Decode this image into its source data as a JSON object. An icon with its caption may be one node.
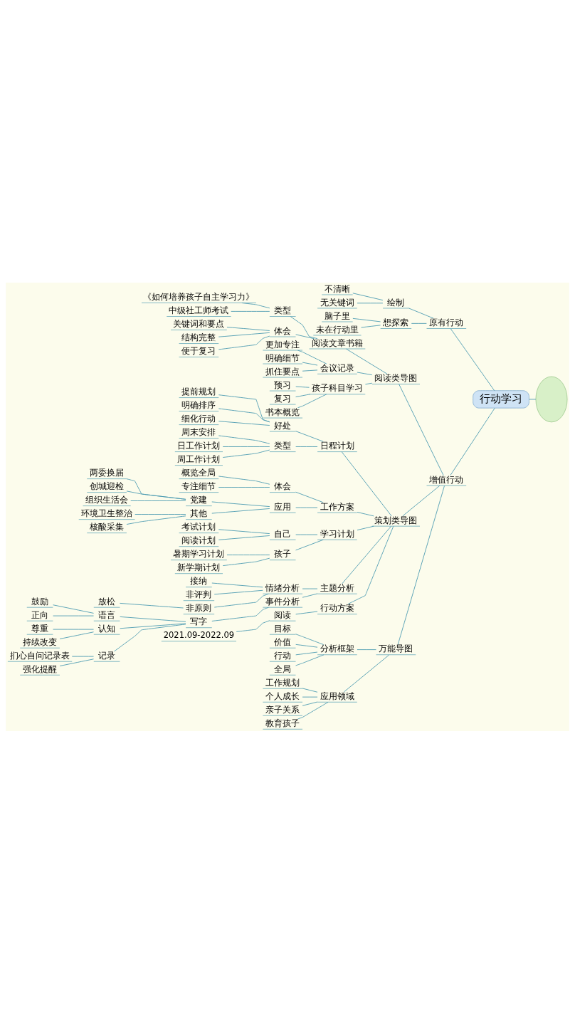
{
  "diagram": {
    "nodes": [
      {
        "text": [
          "行动学习"
        ]
      },
      {
        "text": [],
        "shape": "ellipse"
      },
      {
        "text": [
          "原有行动"
        ]
      },
      {
        "text": [
          "绘制"
        ]
      },
      {
        "text": [
          "不清晰"
        ]
      },
      {
        "text": [
          "无关键词"
        ]
      },
      {
        "text": [
          "想探索"
        ]
      },
      {
        "text": [
          "脑子里"
        ]
      },
      {
        "text": [
          "未在行动里"
        ]
      },
      {
        "text": [
          "增值行动"
        ]
      },
      {
        "text": [
          "阅读类导图"
        ]
      },
      {
        "text": [
          "阅读文章书籍"
        ]
      },
      {
        "text": [
          "类型"
        ]
      },
      {
        "text": [
          "《如何培养孩子自主学习力》"
        ]
      },
      {
        "text": [
          "中级社工师考试"
        ]
      },
      {
        "text": [
          "体会"
        ]
      },
      {
        "text": [
          "关键词和要点"
        ]
      },
      {
        "text": [
          "结构完整"
        ]
      },
      {
        "text": [
          "便于复习"
        ]
      },
      {
        "text": [
          "会议记录"
        ]
      },
      {
        "text": [
          "更加专注"
        ]
      },
      {
        "text": [
          "明确细节"
        ]
      },
      {
        "text": [
          "抓住要点"
        ]
      },
      {
        "text": [
          "孩子科目学习"
        ]
      },
      {
        "text": [
          "预习"
        ]
      },
      {
        "text": [
          "复习"
        ]
      },
      {
        "text": [
          "书本概览"
        ]
      },
      {
        "text": [
          "策划类导图"
        ]
      },
      {
        "text": [
          "日程计划"
        ]
      },
      {
        "text": [
          "好处"
        ]
      },
      {
        "text": [
          "提前规划"
        ]
      },
      {
        "text": [
          "明确排序"
        ]
      },
      {
        "text": [
          "细化行动"
        ]
      },
      {
        "text": [
          "类型"
        ]
      },
      {
        "text": [
          "周末安排"
        ]
      },
      {
        "text": [
          "日工作计划"
        ]
      },
      {
        "text": [
          "周工作计划"
        ]
      },
      {
        "text": [
          "工作方案"
        ]
      },
      {
        "text": [
          "体会"
        ]
      },
      {
        "text": [
          "概览全局"
        ]
      },
      {
        "text": [
          "专注细节"
        ]
      },
      {
        "text": [
          "应用"
        ]
      },
      {
        "text": [
          "党建"
        ]
      },
      {
        "text": [
          "两委换届"
        ]
      },
      {
        "text": [
          "创城迎检"
        ]
      },
      {
        "text": [
          "组织生活会"
        ]
      },
      {
        "text": [
          "其他"
        ]
      },
      {
        "text": [
          "环境卫生整治"
        ]
      },
      {
        "text": [
          "核酸采集"
        ]
      },
      {
        "text": [
          "学习计划"
        ]
      },
      {
        "text": [
          "自己"
        ]
      },
      {
        "text": [
          "考试计划"
        ]
      },
      {
        "text": [
          "阅读计划"
        ]
      },
      {
        "text": [
          "孩子"
        ]
      },
      {
        "text": [
          "暑期学习计划"
        ]
      },
      {
        "text": [
          "新学期计划"
        ]
      },
      {
        "text": [
          "主题分析"
        ]
      },
      {
        "text": [
          "情绪分析"
        ]
      },
      {
        "text": [
          "接纳"
        ]
      },
      {
        "text": [
          "非评判"
        ]
      },
      {
        "text": [
          "非原则"
        ]
      },
      {
        "text": [
          "放松"
        ]
      },
      {
        "text": [
          "事件分析"
        ]
      },
      {
        "text": [
          "写字"
        ]
      },
      {
        "text": [
          "语言"
        ]
      },
      {
        "text": [
          "鼓励"
        ]
      },
      {
        "text": [
          "正向"
        ]
      },
      {
        "text": [
          "认知"
        ]
      },
      {
        "text": [
          "尊重"
        ]
      },
      {
        "text": [
          "持续改变"
        ]
      },
      {
        "text": [
          "记录"
        ]
      },
      {
        "text": [
          "扪心自问记录表"
        ]
      },
      {
        "text": [
          "强化提醒"
        ]
      },
      {
        "text": [
          "行动方案"
        ]
      },
      {
        "text": [
          "阅读"
        ]
      },
      {
        "text": [
          "2021.09-2022.09"
        ]
      },
      {
        "text": [
          "万能导图"
        ]
      },
      {
        "text": [
          "分析框架"
        ]
      },
      {
        "text": [
          "目标"
        ]
      },
      {
        "text": [
          "价值"
        ]
      },
      {
        "text": [
          "行动"
        ]
      },
      {
        "text": [
          "全局"
        ]
      },
      {
        "text": [
          "应用领域"
        ]
      },
      {
        "text": [
          "工作规划"
        ]
      },
      {
        "text": [
          "个人成长"
        ]
      },
      {
        "text": [
          "亲子关系"
        ]
      },
      {
        "text": [
          "教育孩子"
        ]
      }
    ],
    "edges": [
      {
        "from": 1,
        "to": 0,
        "arrow": "none"
      },
      {
        "from": 0,
        "to": 2,
        "arrow": "none"
      },
      {
        "from": 2,
        "to": 3,
        "arrow": "none"
      },
      {
        "from": 3,
        "to": 4,
        "arrow": "none"
      },
      {
        "from": 3,
        "to": 5,
        "arrow": "none"
      },
      {
        "from": 2,
        "to": 6,
        "arrow": "none"
      },
      {
        "from": 6,
        "to": 7,
        "arrow": "none"
      },
      {
        "from": 6,
        "to": 8,
        "arrow": "none"
      },
      {
        "from": 0,
        "to": 9,
        "arrow": "none"
      },
      {
        "from": 9,
        "to": 10,
        "arrow": "none"
      },
      {
        "from": 10,
        "to": 11,
        "arrow": "none"
      },
      {
        "from": 11,
        "to": 12,
        "arrow": "none"
      },
      {
        "from": 12,
        "to": 13,
        "arrow": "none"
      },
      {
        "from": 12,
        "to": 14,
        "arrow": "none"
      },
      {
        "from": 11,
        "to": 15,
        "arrow": "none"
      },
      {
        "from": 15,
        "to": 16,
        "arrow": "none"
      },
      {
        "from": 15,
        "to": 17,
        "arrow": "none"
      },
      {
        "from": 15,
        "to": 18,
        "arrow": "none"
      },
      {
        "from": 10,
        "to": 19,
        "arrow": "none"
      },
      {
        "from": 19,
        "to": 20,
        "arrow": "none"
      },
      {
        "from": 19,
        "to": 21,
        "arrow": "none"
      },
      {
        "from": 19,
        "to": 22,
        "arrow": "none"
      },
      {
        "from": 10,
        "to": 23,
        "arrow": "none"
      },
      {
        "from": 23,
        "to": 24,
        "arrow": "none"
      },
      {
        "from": 23,
        "to": 25,
        "arrow": "none"
      },
      {
        "from": 23,
        "to": 26,
        "arrow": "none"
      },
      {
        "from": 9,
        "to": 27,
        "arrow": "none"
      },
      {
        "from": 27,
        "to": 28,
        "arrow": "none"
      },
      {
        "from": 28,
        "to": 29,
        "arrow": "none"
      },
      {
        "from": 29,
        "to": 30,
        "arrow": "none"
      },
      {
        "from": 29,
        "to": 31,
        "arrow": "none"
      },
      {
        "from": 29,
        "to": 32,
        "arrow": "none"
      },
      {
        "from": 28,
        "to": 33,
        "arrow": "none"
      },
      {
        "from": 33,
        "to": 34,
        "arrow": "none"
      },
      {
        "from": 33,
        "to": 35,
        "arrow": "none"
      },
      {
        "from": 33,
        "to": 36,
        "arrow": "none"
      },
      {
        "from": 27,
        "to": 37,
        "arrow": "none"
      },
      {
        "from": 37,
        "to": 38,
        "arrow": "none"
      },
      {
        "from": 38,
        "to": 39,
        "arrow": "none"
      },
      {
        "from": 38,
        "to": 40,
        "arrow": "none"
      },
      {
        "from": 37,
        "to": 41,
        "arrow": "none"
      },
      {
        "from": 41,
        "to": 42,
        "arrow": "none"
      },
      {
        "from": 42,
        "to": 43,
        "arrow": "none"
      },
      {
        "from": 42,
        "to": 44,
        "arrow": "none"
      },
      {
        "from": 42,
        "to": 45,
        "arrow": "none"
      },
      {
        "from": 41,
        "to": 46,
        "arrow": "none"
      },
      {
        "from": 46,
        "to": 47,
        "arrow": "none"
      },
      {
        "from": 46,
        "to": 48,
        "arrow": "none"
      },
      {
        "from": 27,
        "to": 49,
        "arrow": "none"
      },
      {
        "from": 49,
        "to": 50,
        "arrow": "none"
      },
      {
        "from": 50,
        "to": 51,
        "arrow": "none"
      },
      {
        "from": 50,
        "to": 52,
        "arrow": "none"
      },
      {
        "from": 49,
        "to": 53,
        "arrow": "none"
      },
      {
        "from": 53,
        "to": 54,
        "arrow": "none"
      },
      {
        "from": 53,
        "to": 55,
        "arrow": "none"
      },
      {
        "from": 27,
        "to": 56,
        "arrow": "none"
      },
      {
        "from": 56,
        "to": 57,
        "arrow": "none"
      },
      {
        "from": 57,
        "to": 58,
        "arrow": "none"
      },
      {
        "from": 57,
        "to": 59,
        "arrow": "none"
      },
      {
        "from": 57,
        "to": 60,
        "arrow": "none"
      },
      {
        "from": 60,
        "to": 61,
        "arrow": "none"
      },
      {
        "from": 56,
        "to": 62,
        "arrow": "none"
      },
      {
        "from": 62,
        "to": 63,
        "arrow": "none"
      },
      {
        "from": 63,
        "to": 64,
        "arrow": "none"
      },
      {
        "from": 64,
        "to": 65,
        "arrow": "none"
      },
      {
        "from": 64,
        "to": 66,
        "arrow": "none"
      },
      {
        "from": 63,
        "to": 67,
        "arrow": "none"
      },
      {
        "from": 67,
        "to": 68,
        "arrow": "none"
      },
      {
        "from": 67,
        "to": 69,
        "arrow": "none"
      },
      {
        "from": 63,
        "to": 70,
        "arrow": "none"
      },
      {
        "from": 70,
        "to": 71,
        "arrow": "none"
      },
      {
        "from": 70,
        "to": 72,
        "arrow": "none"
      },
      {
        "from": 27,
        "to": 73,
        "arrow": "none"
      },
      {
        "from": 73,
        "to": 74,
        "arrow": "none"
      },
      {
        "from": 74,
        "to": 75,
        "arrow": "none"
      },
      {
        "from": 9,
        "to": 76,
        "arrow": "none"
      },
      {
        "from": 76,
        "to": 77,
        "arrow": "none"
      },
      {
        "from": 77,
        "to": 78,
        "arrow": "none"
      },
      {
        "from": 77,
        "to": 79,
        "arrow": "none"
      },
      {
        "from": 77,
        "to": 80,
        "arrow": "none"
      },
      {
        "from": 77,
        "to": 81,
        "arrow": "none"
      },
      {
        "from": 76,
        "to": 82,
        "arrow": "none"
      },
      {
        "from": 82,
        "to": 83,
        "arrow": "none"
      },
      {
        "from": 82,
        "to": 84,
        "arrow": "none"
      },
      {
        "from": 82,
        "to": 85,
        "arrow": "none"
      },
      {
        "from": 82,
        "to": 86,
        "arrow": "none"
      }
    ]
  }
}
